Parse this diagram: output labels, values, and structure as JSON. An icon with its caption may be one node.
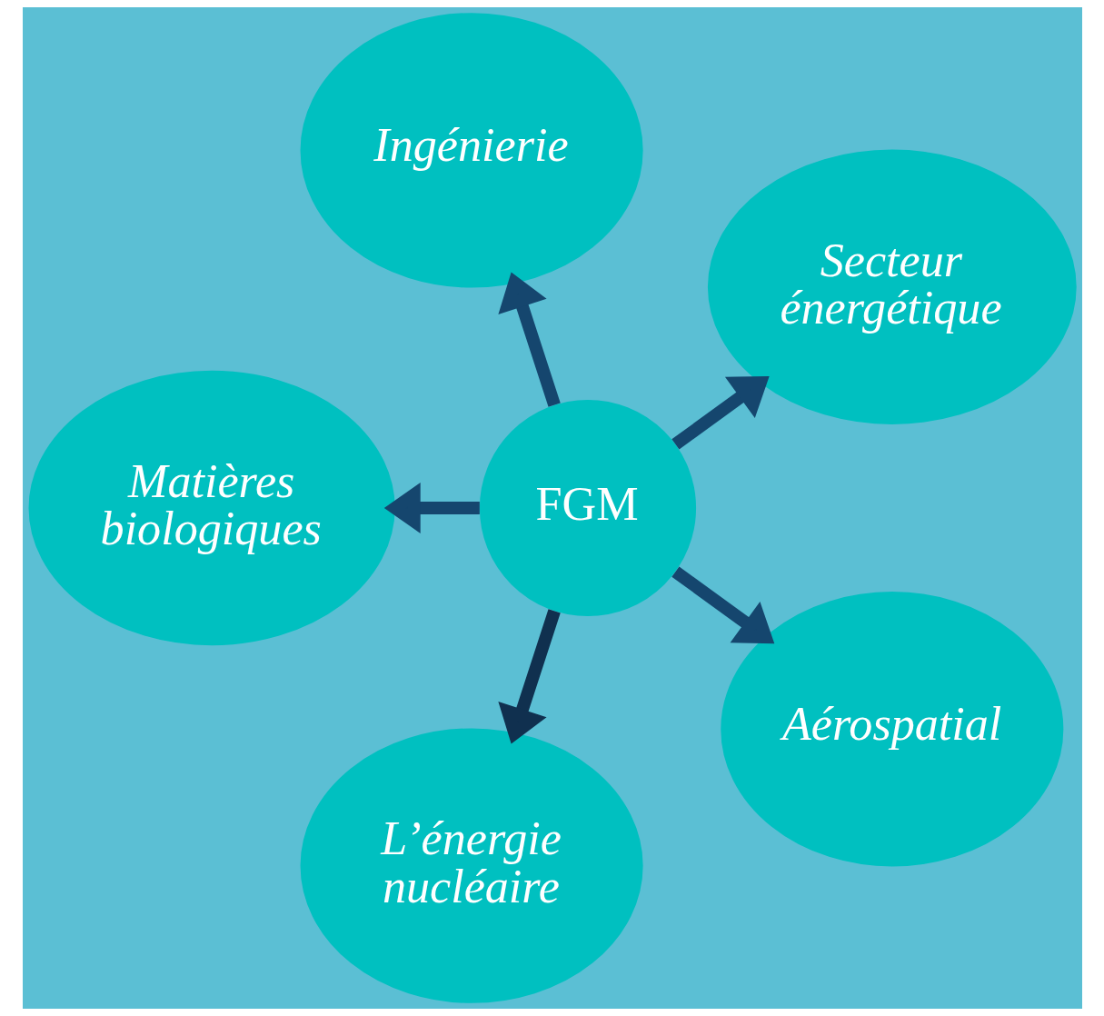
{
  "diagram": {
    "nodes": [
      {
        "text": [
          "Secteur énergétique"
        ]
      },
      {
        "text": [
          "Ingénierie"
        ]
      },
      {
        "text": [
          "Matières biologiques"
        ]
      },
      {
        "text": [
          "FGM"
        ]
      },
      {
        "text": [
          "L’énergie nucléaire"
        ]
      },
      {
        "text": [
          "Aérospatial"
        ]
      }
    ],
    "edges": [
      {
        "from": 3,
        "to": 0,
        "arrow": "to"
      },
      {
        "from": 3,
        "to": 1,
        "arrow": "to"
      },
      {
        "from": 3,
        "to": 2,
        "arrow": "to"
      },
      {
        "from": 3,
        "to": 4,
        "arrow": "to",
        "color": "#10304f"
      },
      {
        "from": 3,
        "to": 5,
        "arrow": "to"
      }
    ]
  }
}
